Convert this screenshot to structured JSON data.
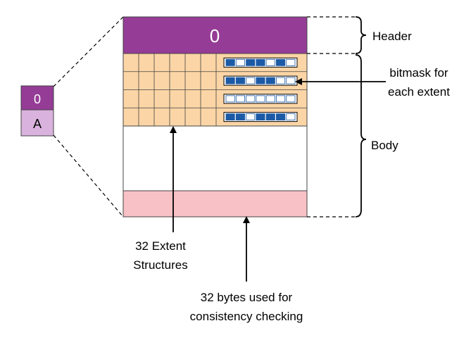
{
  "colors": {
    "header_fill": "#953c96",
    "body_grid_fill": "#fbd5a6",
    "body_empty_fill": "#ffffff",
    "checksum_fill": "#f8c1c6",
    "small_block_top": "#953c96",
    "small_block_bottom": "#d9b3dd",
    "bitmask_set": "#1c5aa6",
    "bitmask_clear": "#ffffff",
    "outline": "#444444"
  },
  "small_block": {
    "top_label": "0",
    "bottom_label": "A"
  },
  "block": {
    "header_label": "0",
    "grid_rows": 4,
    "grid_cols": 6,
    "bitmasks": [
      [
        1,
        0,
        1,
        1,
        0,
        1,
        0
      ],
      [
        1,
        1,
        0,
        1,
        1,
        0,
        0
      ],
      [
        0,
        0,
        0,
        0,
        0,
        0,
        0
      ],
      [
        1,
        1,
        0,
        1,
        1,
        1,
        0
      ]
    ]
  },
  "labels": {
    "header": "Header",
    "body": "Body",
    "bitmask_line1": "bitmask for",
    "bitmask_line2": "each extent",
    "extent_line1": "32 Extent",
    "extent_line2": "Structures",
    "bytes_line1": "32 bytes used for",
    "bytes_line2": "consistency checking"
  }
}
